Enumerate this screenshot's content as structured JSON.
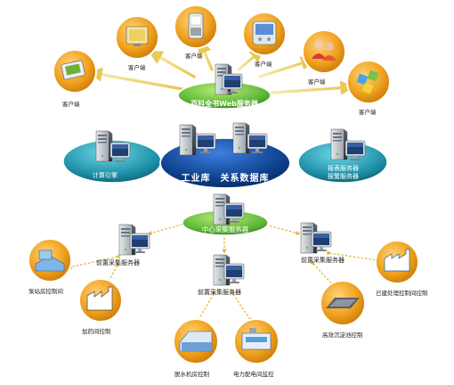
{
  "hubs": {
    "web_server": "百科全书Web服务器",
    "database": "工业库　关系数据库",
    "calc_engine": "计算引擎",
    "report_servers": [
      "报表服务器",
      "报警服务器"
    ],
    "collector": "中心采集服务器"
  },
  "clients": [
    "客户端",
    "客户端",
    "客户端",
    "客户端",
    "客户端",
    "客户端"
  ],
  "front_servers": [
    "前置采集服务器",
    "前置采集服务器",
    "前置采集服务器"
  ],
  "sites": [
    "泵站房控制间",
    "加药间控制",
    "脱水机房控制",
    "电力配电间监控",
    "高效沉淀池控制",
    "已建处理控制间控制"
  ],
  "colors": {
    "orange": "#f0a21f",
    "navy": "#0d3f8a",
    "teal": "#1c8fa6",
    "green": "#5ab634",
    "arrow_yellow": "#f2dc7a"
  }
}
